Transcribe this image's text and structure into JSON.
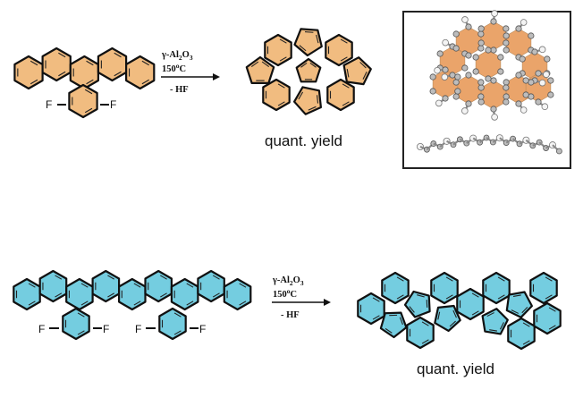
{
  "reaction_top": {
    "reagent": "γ-Al",
    "reagent_sub1": "2",
    "reagent_mid": "O",
    "reagent_sub2": "3",
    "temp_value": "150",
    "temp_sup": "o",
    "temp_unit": "C",
    "byproduct": "- HF",
    "fluorine_left": "F",
    "fluorine_right": "F",
    "yield_label": "quant. yield"
  },
  "reaction_bottom": {
    "reagent": "γ-Al",
    "reagent_sub1": "2",
    "reagent_mid": "O",
    "reagent_sub2": "3",
    "temp_value": "150",
    "temp_sup": "o",
    "temp_unit": "C",
    "byproduct": "- HF",
    "fluorine_1": "F",
    "fluorine_2": "F",
    "fluorine_3": "F",
    "fluorine_4": "F",
    "yield_label": "quant. yield"
  },
  "colors": {
    "top_fill": "#f1bc80",
    "bottom_fill": "#74cde0"
  }
}
